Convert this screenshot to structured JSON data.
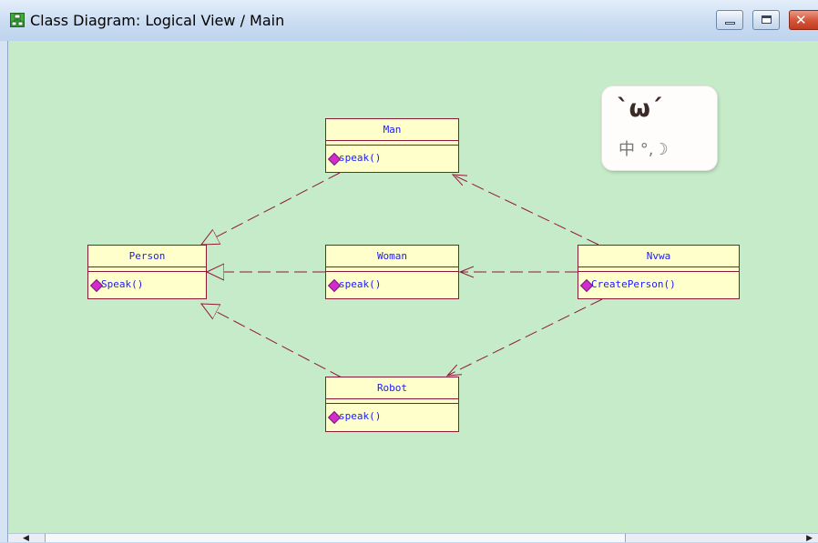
{
  "window": {
    "title": "Class Diagram: Logical View / Main",
    "icon": "class-diagram-icon",
    "controls": [
      "minimize-icon",
      "maximize-icon",
      "close-icon"
    ],
    "close_glyph": "✕"
  },
  "colors": {
    "canvas": "#c6ebc9",
    "class_fill": "#ffffcc",
    "class_border": "#8c1a36",
    "text": "#1a1aff",
    "operation_icon": "#d22ccd"
  },
  "diagram": {
    "classes": [
      {
        "id": "person",
        "name": "Person",
        "operation": "Speak()"
      },
      {
        "id": "man",
        "name": "Man",
        "operation": "speak()"
      },
      {
        "id": "woman",
        "name": "Woman",
        "operation": "speak()"
      },
      {
        "id": "robot",
        "name": "Robot",
        "operation": "speak()"
      },
      {
        "id": "nvwa",
        "name": "Nvwa",
        "operation": "CreatePerson()"
      }
    ],
    "relations": [
      {
        "from": "Man",
        "to": "Person",
        "type": "realization"
      },
      {
        "from": "Woman",
        "to": "Person",
        "type": "realization"
      },
      {
        "from": "Robot",
        "to": "Person",
        "type": "realization"
      },
      {
        "from": "Nvwa",
        "to": "Man",
        "type": "dependency"
      },
      {
        "from": "Nvwa",
        "to": "Woman",
        "type": "dependency"
      },
      {
        "from": "Nvwa",
        "to": "Robot",
        "type": "dependency"
      }
    ]
  },
  "overlay": {
    "emoticon": "`ω´",
    "ime_text": "中 °,☽"
  },
  "scrollbar": {
    "left_arrow": "◀",
    "right_arrow": "▶"
  }
}
